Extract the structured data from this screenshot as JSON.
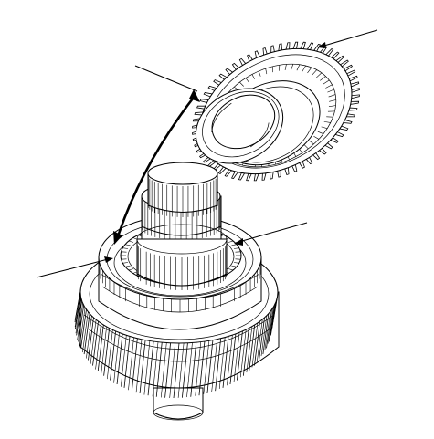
{
  "diagram": {
    "subject": "gear-and-synchronizer-assembly",
    "line_color": "#000000",
    "background_color": "#ffffff",
    "callouts": [
      {
        "target": "upper-gear-teeth",
        "label": ""
      },
      {
        "target": "synchronizer-ring-upper",
        "label": ""
      },
      {
        "target": "synchronizer-hub-lower",
        "label": ""
      },
      {
        "target": "synchronizer-ring-lower",
        "label": ""
      }
    ]
  }
}
